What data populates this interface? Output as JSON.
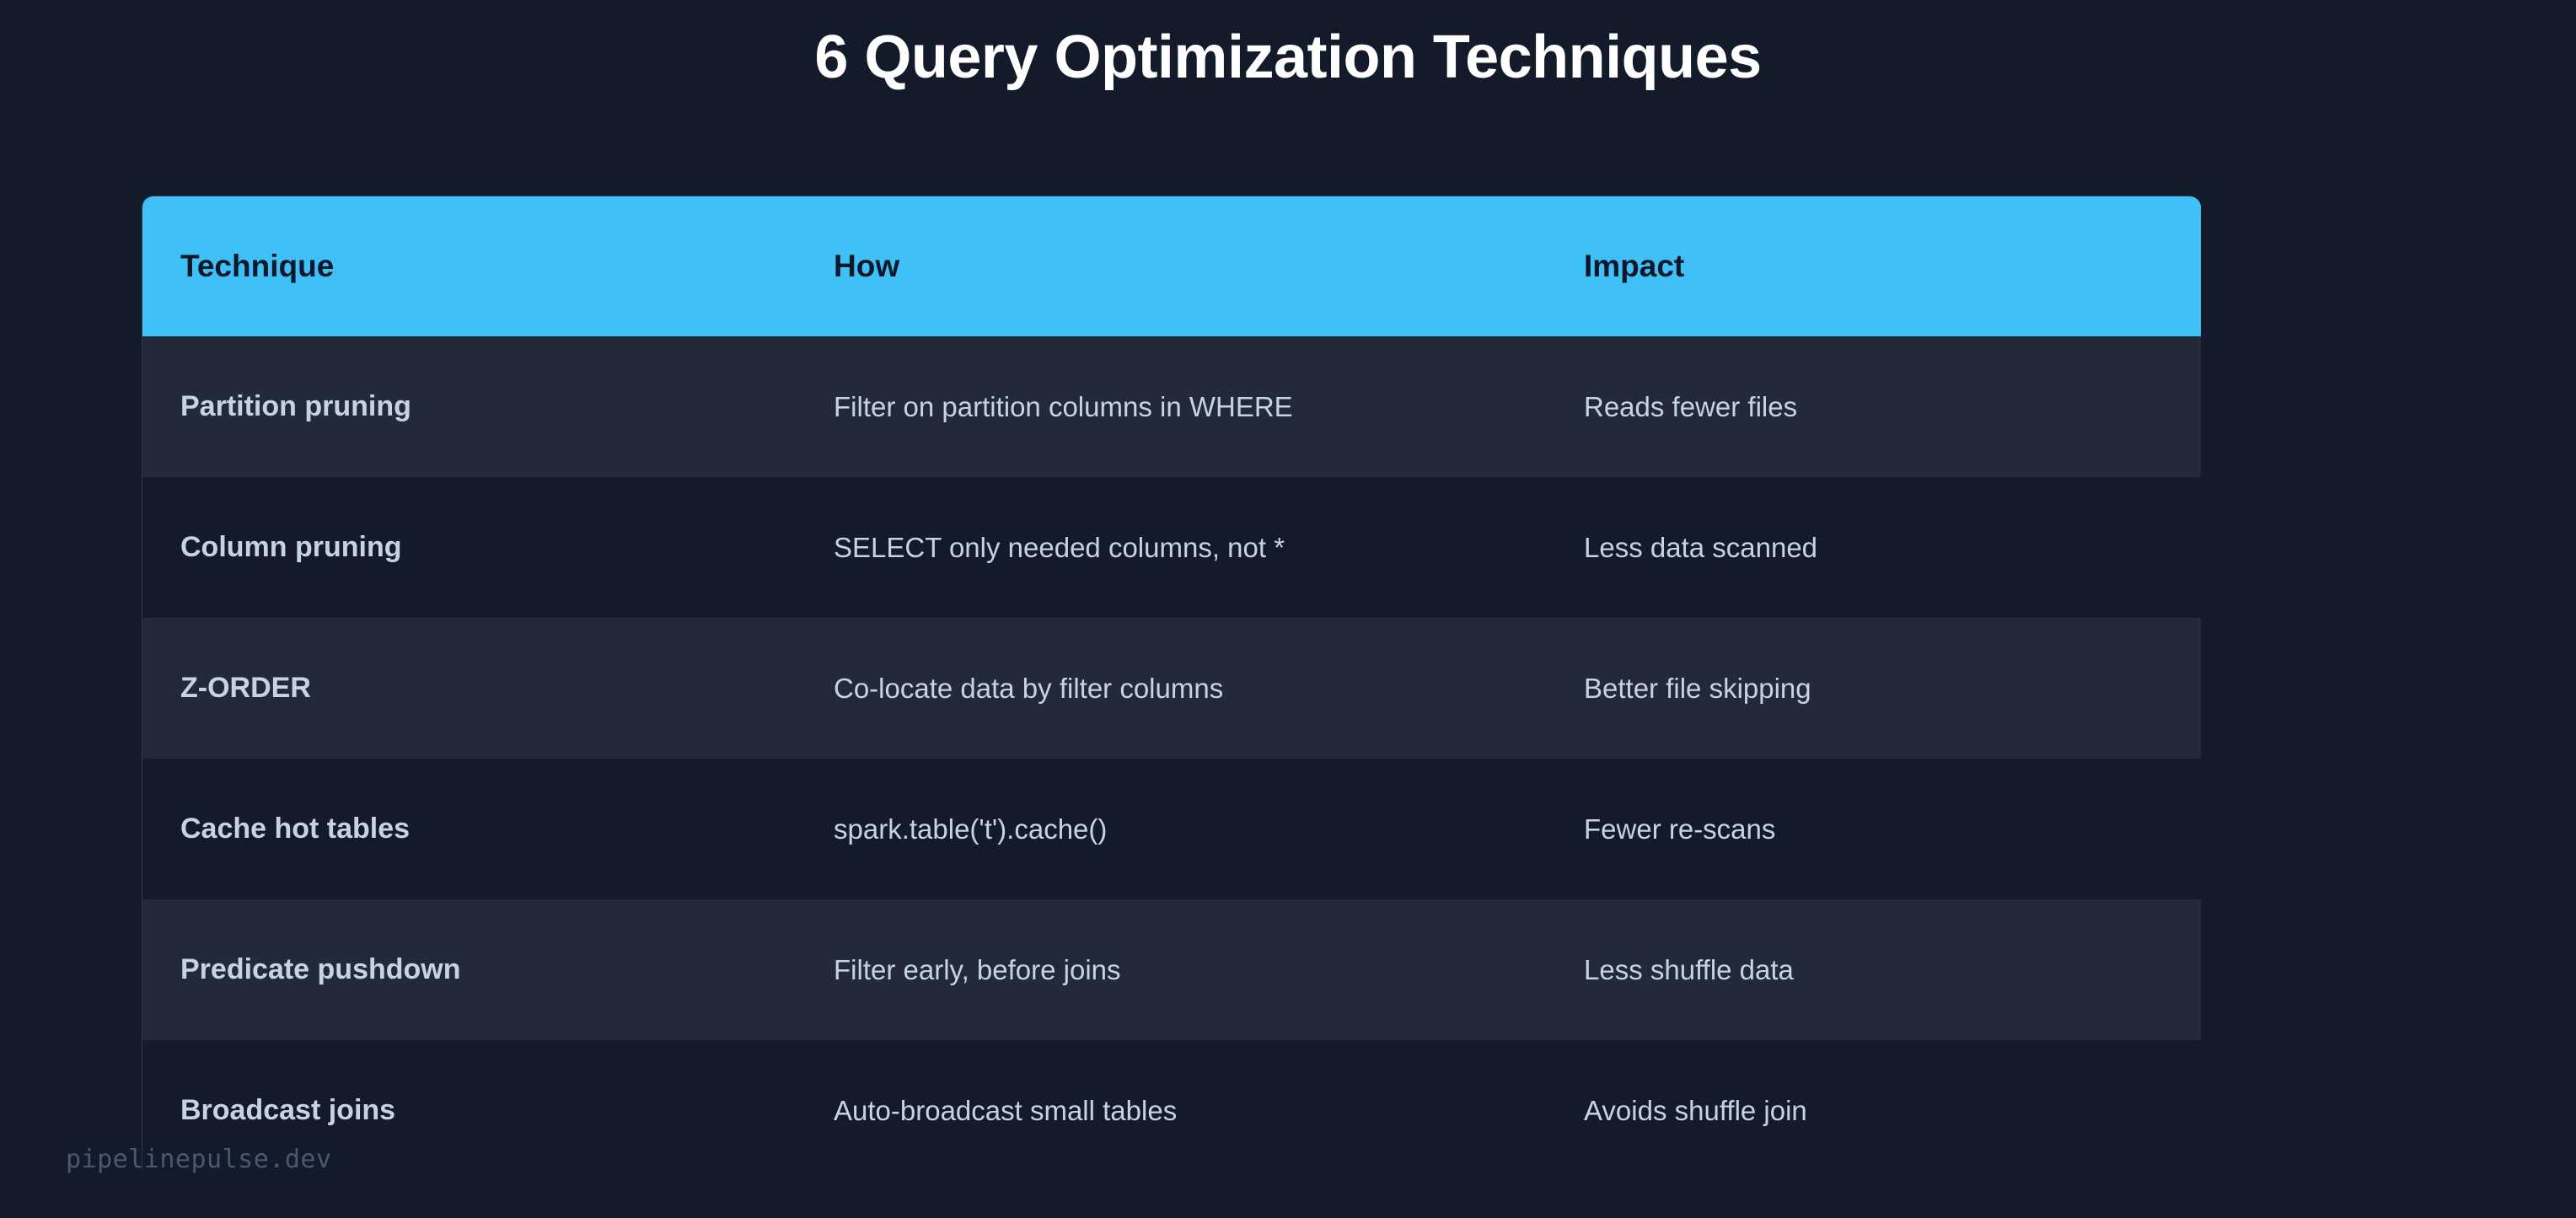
{
  "page": {
    "title": "6 Query Optimization Techniques",
    "background_color": "#131b2b"
  },
  "colors": {
    "header_blue": "#3fc0f7",
    "header_text": "#0f172a",
    "body_text": "#c8d3e2",
    "row_alt": "#222a3a",
    "row_base": "#131b2b",
    "border": "#2c3950",
    "accent_green": "#4ade80",
    "accent_teal": "#2dd4bf",
    "accent_purple": "#a78bfa",
    "watermark": "#4a5870"
  },
  "table": {
    "columns": [
      {
        "key": "technique",
        "label": "Technique"
      },
      {
        "key": "how",
        "label": "How"
      },
      {
        "key": "impact",
        "label": "Impact"
      }
    ],
    "rows": [
      {
        "technique": "Partition pruning",
        "how": "Filter on partition columns in WHERE",
        "impact": "Reads fewer files",
        "accent": "green",
        "shade": "alt"
      },
      {
        "technique": "Column pruning",
        "how": "SELECT only needed columns, not *",
        "impact": "Less data scanned",
        "accent": "green",
        "shade": "base"
      },
      {
        "technique": "Z-ORDER",
        "how": "Co-locate data by filter columns",
        "impact": "Better file skipping",
        "accent": "teal",
        "shade": "alt"
      },
      {
        "technique": "Cache hot tables",
        "how": "spark.table('t').cache()",
        "impact": "Fewer re-scans",
        "accent": "teal",
        "shade": "base"
      },
      {
        "technique": "Predicate pushdown",
        "how": "Filter early, before joins",
        "impact": "Less shuffle data",
        "accent": "purple",
        "shade": "alt"
      },
      {
        "technique": "Broadcast joins",
        "how": "Auto-broadcast small tables",
        "impact": "Avoids shuffle join",
        "accent": "purple",
        "shade": "base"
      }
    ]
  },
  "watermark": {
    "text": "pipelinepulse.dev"
  }
}
